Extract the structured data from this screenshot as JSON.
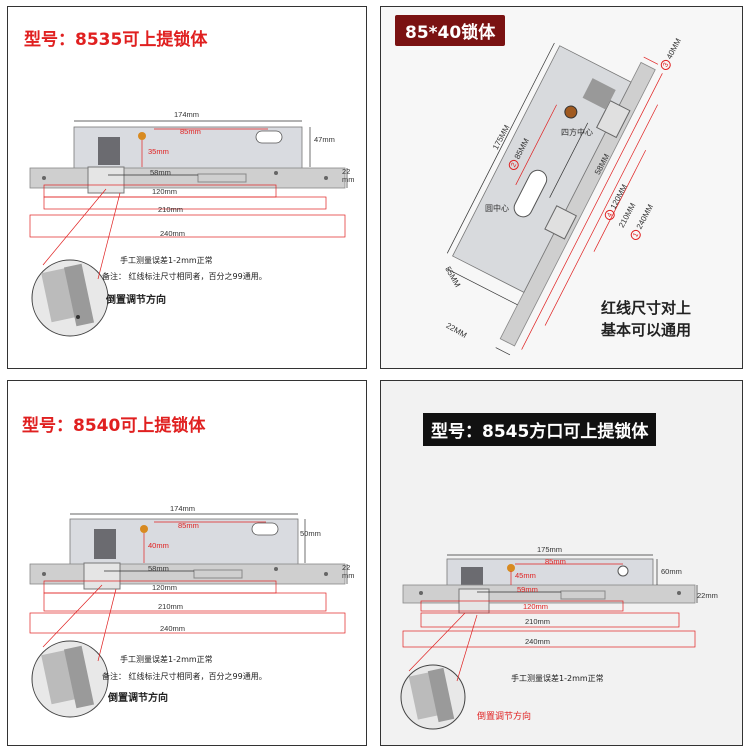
{
  "panel1": {
    "title": "型号：8535可上提锁体",
    "dims": {
      "d174": "174mm",
      "d47": "47mm",
      "d85": "85mm",
      "d35": "35mm",
      "d58": "58mm",
      "d22": "22",
      "d22u": "mm",
      "d120": "120mm",
      "d210": "210mm",
      "d240": "240mm"
    },
    "note1": "手工测量误差1-2mm正常",
    "note2": "备注：  红线标注尺寸相同者，百分之99通用。",
    "note3": "倒置调节方向"
  },
  "panel2": {
    "title": "85*40锁体",
    "dims": {
      "d40": "40MM",
      "d175": "175MM",
      "d85": "85MM",
      "square": "四方中心",
      "d58": "58MM",
      "d120": "120MM",
      "d210": "210MM",
      "d240": "240MM",
      "round": "圆中心",
      "d55": "55MM",
      "d22": "22MM",
      "n1": "1",
      "n2": "2",
      "n3": "3",
      "n4": "4"
    },
    "caption_line1": "红线尺寸对上",
    "caption_line2": "基本可以通用"
  },
  "panel3": {
    "title": "型号：8540可上提锁体",
    "dims": {
      "d174": "174mm",
      "d50": "50mm",
      "d85": "85mm",
      "d40": "40mm",
      "d58": "58mm",
      "d22": "22",
      "d22u": "mm",
      "d120": "120mm",
      "d210": "210mm",
      "d240": "240mm"
    },
    "note1": "手工测量误差1-2mm正常",
    "note2": "备注：  红线标注尺寸相同者，百分之99通用。",
    "note3": "倒置调节方向"
  },
  "panel4": {
    "title": "型号：8545方口可上提锁体",
    "dims": {
      "d175": "175mm",
      "d85": "85mm",
      "d60": "60mm",
      "d45": "45mm",
      "d59": "59mm",
      "d120": "120mm",
      "d22": "22mm",
      "d210": "210mm",
      "d240": "240mm"
    },
    "note1": "手工测量误差1-2mm正常",
    "note3": "倒置调节方向"
  },
  "colors": {
    "red": "#e02020",
    "dark_box": "#7a1212",
    "black_box": "#111111",
    "steel": "#d4d6da",
    "plate": "#cfcfcf"
  }
}
